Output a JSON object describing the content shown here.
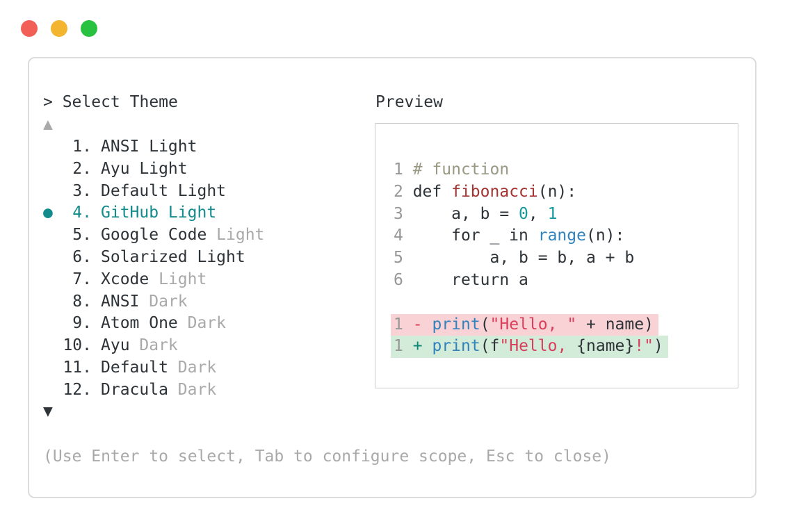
{
  "window": {
    "controls": [
      "close",
      "minimize",
      "zoom"
    ]
  },
  "selector": {
    "prompt": "> Select Theme",
    "scroll_up": "▲",
    "scroll_down": "▼",
    "selected_bullet": "●",
    "items": [
      {
        "num": "1.",
        "name": "ANSI Light",
        "dim": "",
        "selected": false
      },
      {
        "num": "2.",
        "name": "Ayu Light",
        "dim": "",
        "selected": false
      },
      {
        "num": "3.",
        "name": "Default Light",
        "dim": "",
        "selected": false
      },
      {
        "num": "4.",
        "name": "GitHub Light",
        "dim": "",
        "selected": true
      },
      {
        "num": "5.",
        "name": "Google Code",
        "dim": "Light",
        "selected": false
      },
      {
        "num": "6.",
        "name": "Solarized Light",
        "dim": "",
        "selected": false
      },
      {
        "num": "7.",
        "name": "Xcode",
        "dim": "Light",
        "selected": false
      },
      {
        "num": "8.",
        "name": "ANSI",
        "dim": "Dark",
        "selected": false
      },
      {
        "num": "9.",
        "name": "Atom One",
        "dim": "Dark",
        "selected": false
      },
      {
        "num": "10.",
        "name": "Ayu",
        "dim": "Dark",
        "selected": false
      },
      {
        "num": "11.",
        "name": "Default",
        "dim": "Dark",
        "selected": false
      },
      {
        "num": "12.",
        "name": "Dracula",
        "dim": "Dark",
        "selected": false
      }
    ],
    "hint": "(Use Enter to select, Tab to configure scope, Esc to close)"
  },
  "preview": {
    "title": "Preview",
    "code_lines": [
      {
        "tokens": [
          [
            "ln",
            "1"
          ],
          [
            "t",
            " "
          ],
          [
            "c",
            "# function"
          ]
        ]
      },
      {
        "tokens": [
          [
            "ln",
            "2"
          ],
          [
            "t",
            " def "
          ],
          [
            "fn",
            "fibonacci"
          ],
          [
            "t",
            "(n):"
          ]
        ]
      },
      {
        "tokens": [
          [
            "ln",
            "3"
          ],
          [
            "t",
            "     a, b = "
          ],
          [
            "n",
            "0"
          ],
          [
            "t",
            ", "
          ],
          [
            "n",
            "1"
          ]
        ]
      },
      {
        "tokens": [
          [
            "ln",
            "4"
          ],
          [
            "t",
            "     for _ in "
          ],
          [
            "b",
            "range"
          ],
          [
            "t",
            "(n):"
          ]
        ]
      },
      {
        "tokens": [
          [
            "ln",
            "5"
          ],
          [
            "t",
            "         a, b = b, a + b"
          ]
        ]
      },
      {
        "tokens": [
          [
            "ln",
            "6"
          ],
          [
            "t",
            "     return a"
          ]
        ]
      }
    ],
    "diff_lines": [
      {
        "kind": "del",
        "tokens": [
          [
            "ln",
            "1"
          ],
          [
            "t",
            " "
          ],
          [
            "del",
            "-"
          ],
          [
            "t",
            " "
          ],
          [
            "b",
            "print"
          ],
          [
            "t",
            "("
          ],
          [
            "s",
            "\"Hello, \""
          ],
          [
            "t",
            " + name)"
          ]
        ]
      },
      {
        "kind": "add",
        "tokens": [
          [
            "ln",
            "1"
          ],
          [
            "t",
            " "
          ],
          [
            "add",
            "+"
          ],
          [
            "t",
            " "
          ],
          [
            "b",
            "print"
          ],
          [
            "t",
            "(f"
          ],
          [
            "s",
            "\"Hello, "
          ],
          [
            "t",
            "{name}"
          ],
          [
            "s",
            "!\""
          ],
          [
            "t",
            ")"
          ]
        ]
      }
    ]
  },
  "colors": {
    "dark": "#2e3338",
    "dim": "#a9a9a9",
    "linenum": "#979797",
    "accent": "#128b8d",
    "comment": "#999983",
    "func": "#a33431",
    "blue": "#3183bd",
    "num": "#149a9d",
    "string": "#d93f5c",
    "del": "#dc4059",
    "add": "#0e8577",
    "delbg": "#f8d2d4",
    "addbg": "#d2ecd9",
    "border": "#dcdcdc",
    "pborder": "#cccccc",
    "light-red": "#f15f56",
    "light-yellow": "#f3b42f",
    "light-green": "#29c240"
  }
}
